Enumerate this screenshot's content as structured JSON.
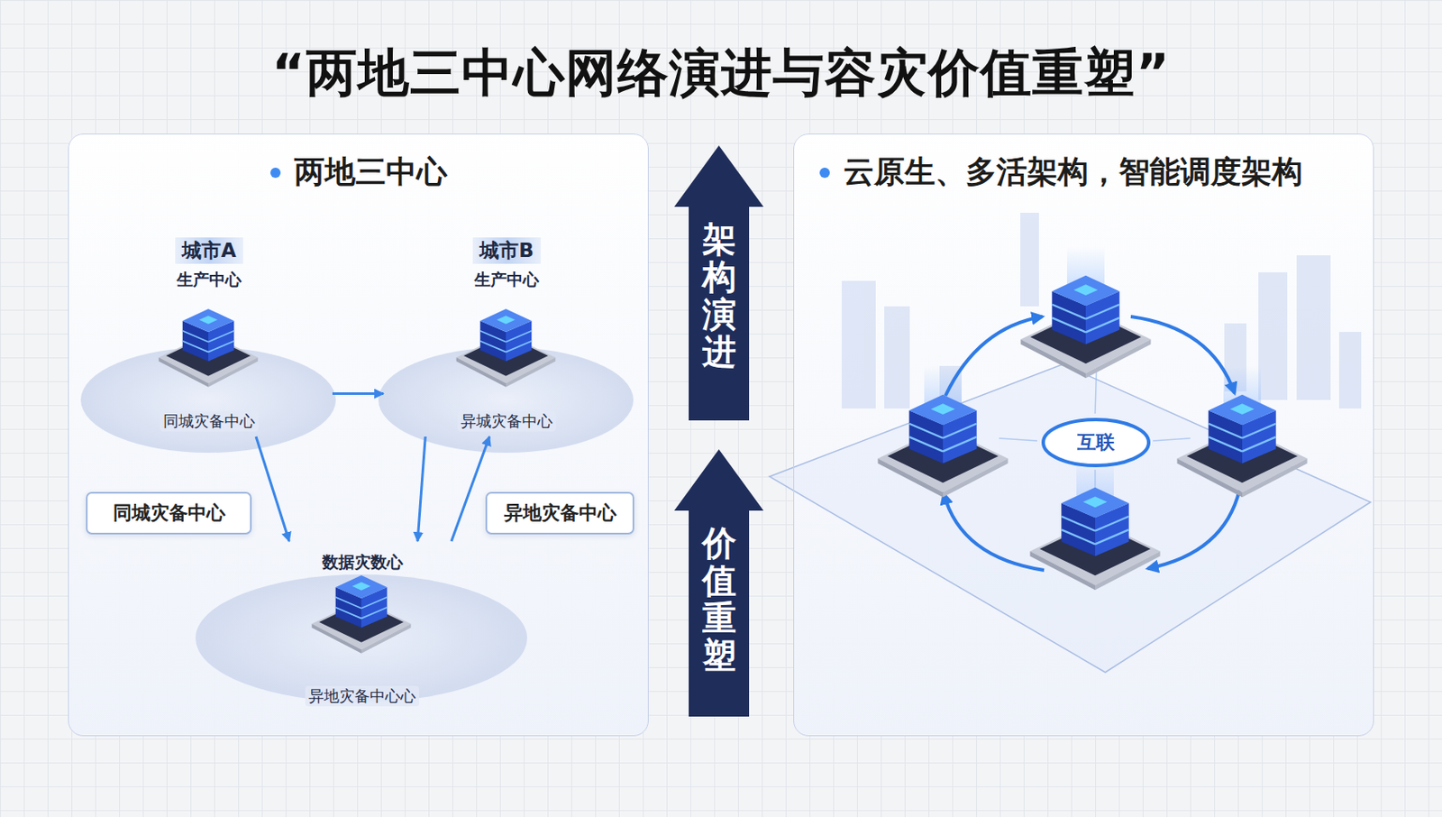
{
  "diagram": {
    "title": "“两地三中心网络演进与容灾价值重塑”",
    "nodes": [
      {
        "text": [
          "两地三中心"
        ]
      },
      {
        "text": [
          "城市A",
          "生产中心",
          "同城灾备中心"
        ],
        "in": 0
      },
      {
        "text": [
          "城市B",
          "生产中心",
          "异城灾备中心"
        ],
        "in": 0
      },
      {
        "text": [
          "同城灾备中心"
        ],
        "in": 0
      },
      {
        "text": [
          "数据灾数心",
          "异地灾备中心心"
        ],
        "in": 0
      },
      {
        "text": [
          "异地灾备中心"
        ],
        "in": 0
      },
      {
        "text": [
          "架构演进"
        ]
      },
      {
        "text": [
          "价值重塑"
        ]
      },
      {
        "text": [
          "云原生、多活架构，智能调度架构"
        ]
      },
      {
        "text": [
          "互联"
        ],
        "in": 8
      }
    ],
    "edges": [
      {
        "from": 1,
        "to": 2,
        "arrow": "to"
      },
      {
        "from": 1,
        "to": 4,
        "arrow": "to"
      },
      {
        "from": 2,
        "to": 4,
        "arrow": "to"
      },
      {
        "from": 4,
        "to": 2,
        "arrow": "to"
      }
    ]
  }
}
